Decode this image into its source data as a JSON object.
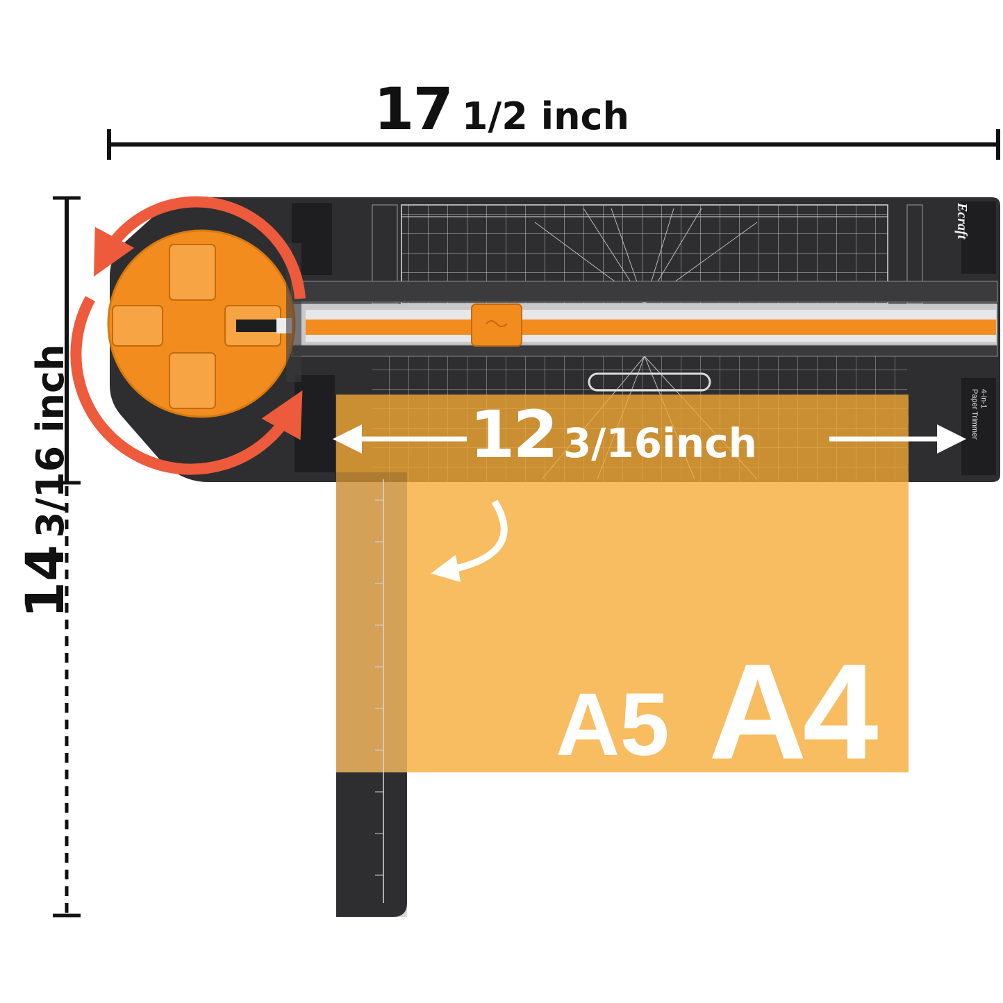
{
  "dimensions": {
    "width": {
      "whole": "17",
      "fraction": "1/2 inch"
    },
    "height": {
      "whole": "14",
      "fraction": "3/16 inch"
    },
    "cut_length": {
      "whole": "12",
      "fraction": "3/16inch"
    }
  },
  "product": {
    "brand": "Ecraft",
    "model_line1": "4-in-1",
    "model_line2": "Paper Trimmer"
  },
  "paper_sizes": [
    "A5",
    "A4"
  ],
  "colors": {
    "body": "#2e2e30",
    "accent": "#f28c1e",
    "paper": "#f7b04a",
    "arrow_red": "#ee5a3c",
    "dimension_line": "#111111"
  },
  "icons": [
    "rotate-arrow-icon",
    "curved-arrow-icon",
    "double-arrow-icon"
  ]
}
